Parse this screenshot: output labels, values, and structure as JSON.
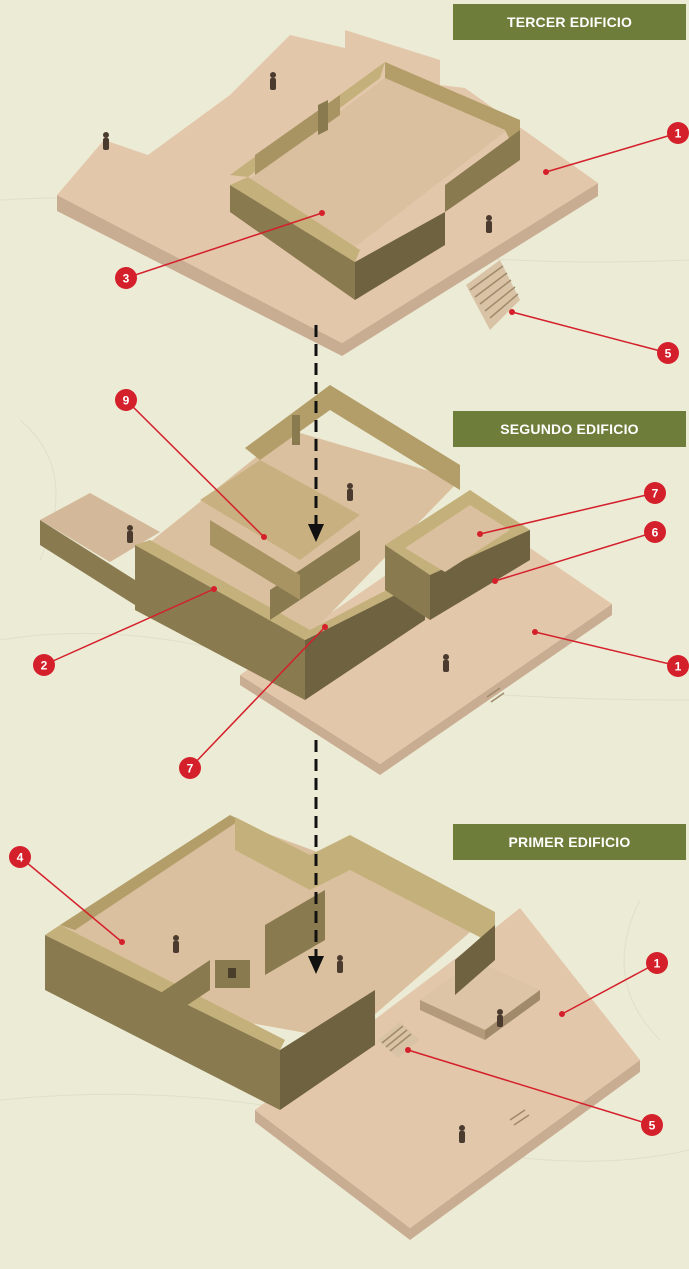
{
  "labels": {
    "third_building": "TERCER EDIFICIO",
    "second_building": "SEGUNDO EDIFICIO",
    "first_building": "PRIMER EDIFICIO"
  },
  "markers": {
    "top_1": "1",
    "top_3": "3",
    "top_5": "5",
    "mid_9": "9",
    "mid_7a": "7",
    "mid_6": "6",
    "mid_1": "1",
    "mid_2": "2",
    "mid_7b": "7",
    "bot_4": "4",
    "bot_1": "1",
    "bot_5": "5"
  },
  "colors": {
    "background": "#ecebd6",
    "banner": "#6f7d3a",
    "floor": "#e3c7aa",
    "wall_top": "#c4b07a",
    "wall_side": "#8a7a4f",
    "wall_dark": "#6e6240",
    "slab_edge": "#c9ad92",
    "marker": "#d4202b",
    "leader": "#d4202b",
    "arrow": "#111111"
  },
  "icons": {
    "marker": "numbered-red-circle",
    "arrow": "dashed-down-arrow",
    "figure": "walking-person"
  }
}
